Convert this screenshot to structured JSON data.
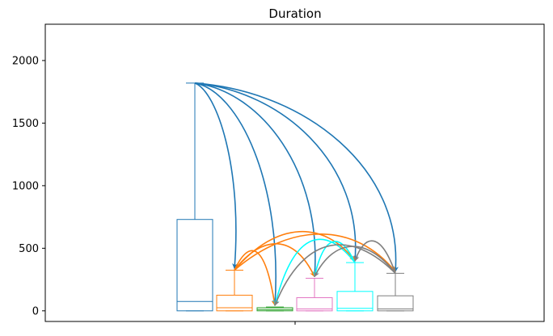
{
  "chart_data": {
    "type": "boxplot",
    "title": "Duration",
    "xlabel": "",
    "ylabel": "",
    "ylim": [
      -85,
      2290
    ],
    "yticks": [
      0,
      500,
      1000,
      1500,
      2000
    ],
    "xticks": [
      ""
    ],
    "grid": false,
    "legend": "none",
    "boxes": [
      {
        "color": "#1f77b4",
        "whisker_low": 0,
        "q1": 0,
        "median": 75,
        "q3": 730,
        "whisker_high": 1820
      },
      {
        "color": "#ff7f0e",
        "whisker_low": 0,
        "q1": 0,
        "median": 25,
        "q3": 125,
        "whisker_high": 325
      },
      {
        "color": "#2ca02c",
        "whisker_low": 0,
        "q1": 0,
        "median": 10,
        "q3": 25,
        "whisker_high": 30
      },
      {
        "color": "#e377c2",
        "whisker_low": 0,
        "q1": 0,
        "median": 15,
        "q3": 105,
        "whisker_high": 260
      },
      {
        "color": "#00ffff",
        "whisker_low": 0,
        "q1": 0,
        "median": 20,
        "q3": 155,
        "whisker_high": 385
      },
      {
        "color": "#7f7f7f",
        "whisker_low": 0,
        "q1": 0,
        "median": 15,
        "q3": 120,
        "whisker_high": 300
      }
    ],
    "arrows": [
      {
        "from": 0,
        "to": 1,
        "color": "#1f77b4"
      },
      {
        "from": 0,
        "to": 2,
        "color": "#1f77b4"
      },
      {
        "from": 0,
        "to": 3,
        "color": "#1f77b4"
      },
      {
        "from": 0,
        "to": 4,
        "color": "#1f77b4"
      },
      {
        "from": 0,
        "to": 5,
        "color": "#1f77b4"
      },
      {
        "from": 1,
        "to": 2,
        "color": "#ff7f0e"
      },
      {
        "from": 1,
        "to": 3,
        "color": "#ff7f0e"
      },
      {
        "from": 1,
        "to": 4,
        "color": "#ff7f0e"
      },
      {
        "from": 1,
        "to": 5,
        "color": "#ff7f0e"
      },
      {
        "from": 4,
        "to": 2,
        "color": "#00ffff"
      },
      {
        "from": 4,
        "to": 3,
        "color": "#00ffff"
      },
      {
        "from": 5,
        "to": 2,
        "color": "#7f7f7f"
      },
      {
        "from": 5,
        "to": 3,
        "color": "#7f7f7f"
      },
      {
        "from": 5,
        "to": 4,
        "color": "#7f7f7f"
      }
    ]
  }
}
